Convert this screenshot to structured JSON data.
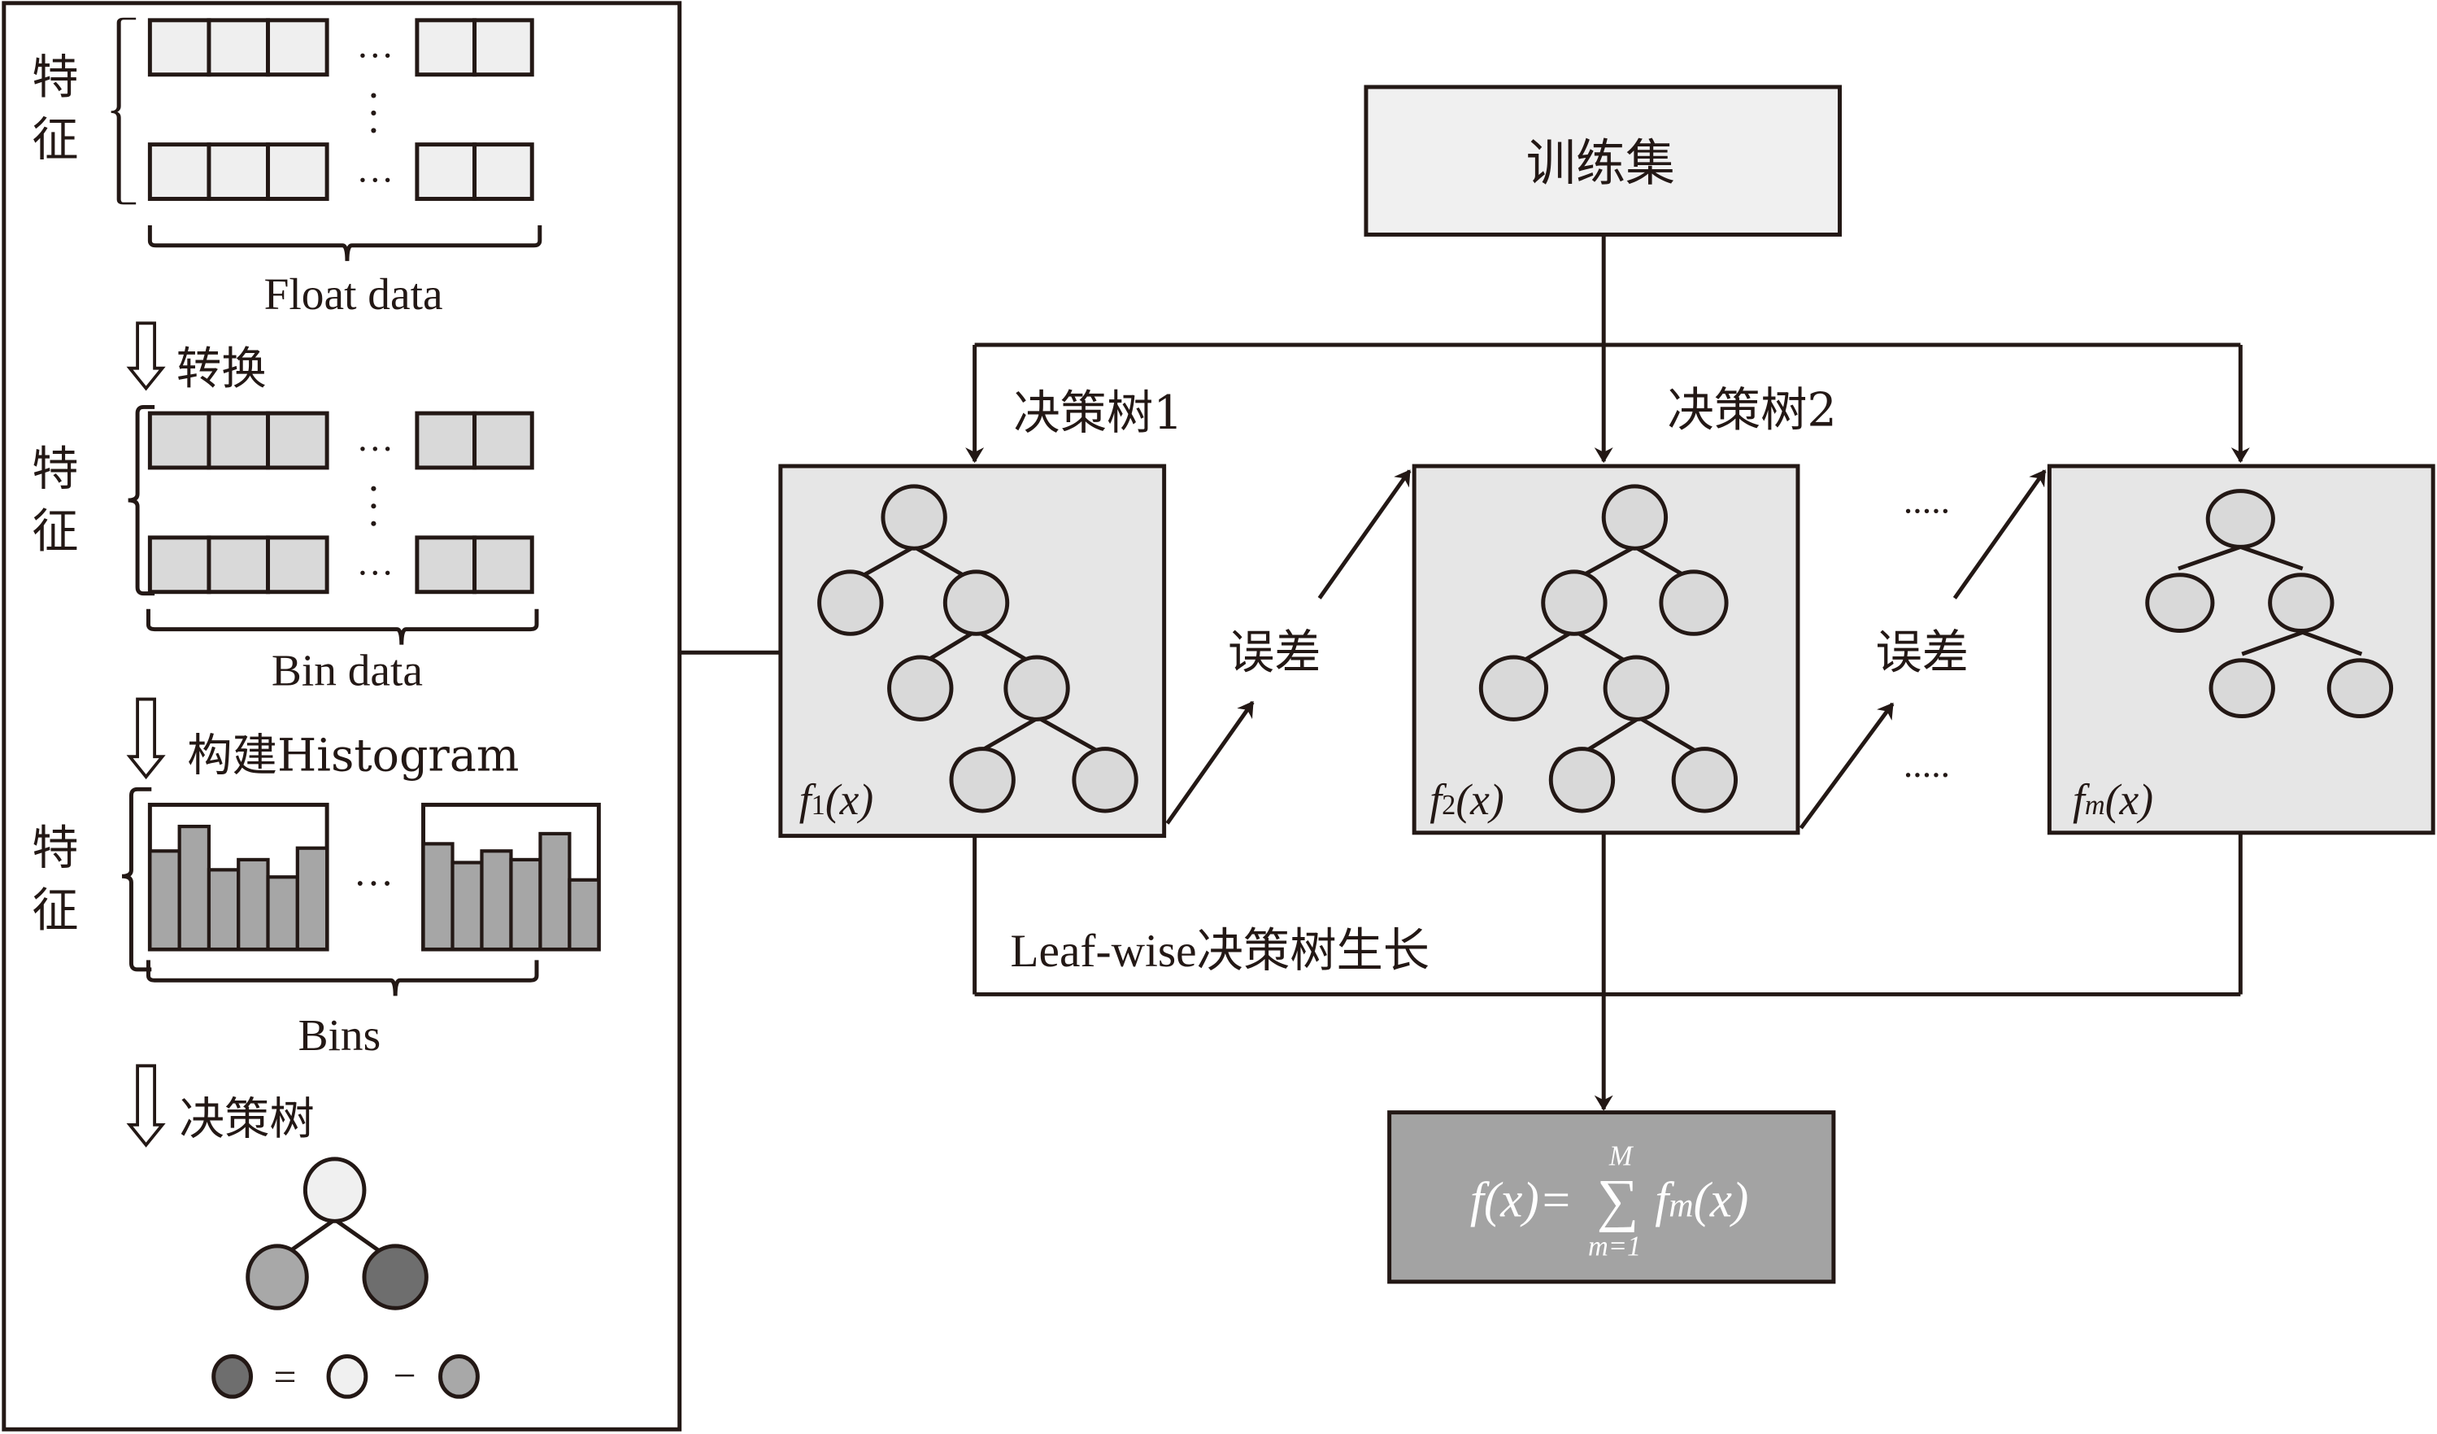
{
  "left_panel": {
    "feature_label": "特征",
    "float_data_label": "Float data",
    "step1_label": "转换",
    "bin_data_label": "Bin data",
    "step2_label": "构建Histogram",
    "bins_label": "Bins",
    "step3_label": "决策树",
    "ellipsis": "…",
    "equation_equals": "=",
    "equation_minus": "−",
    "histogram_left_relative_heights": [
      0.68,
      0.85,
      0.55,
      0.62,
      0.5,
      0.7
    ],
    "histogram_right_relative_heights": [
      0.73,
      0.6,
      0.68,
      0.62,
      0.8,
      0.48
    ]
  },
  "right_panel": {
    "training_set": "训练集",
    "tree1_label": "决策树1",
    "tree2_label": "决策树2",
    "error_label": "误差",
    "dots": ".....",
    "tree1_func": {
      "f": "f",
      "sub": "1",
      "arg": "(x)"
    },
    "tree2_func": {
      "f": "f",
      "sub": "2",
      "arg": "(x)"
    },
    "treem_func": {
      "f": "f",
      "sub": "m",
      "arg": "(x)"
    },
    "leafwise_label": "Leaf-wise决策树生长",
    "formula": {
      "lhs": "f(x)=",
      "sum": "∑",
      "upper": "M",
      "lower": "m=1",
      "term_f": "f",
      "term_sub": "m",
      "term_arg": "(x)"
    }
  },
  "colors": {
    "stroke": "#231815",
    "float_cell": "#efefef",
    "bin_cell": "#d9d9d9",
    "hist_bar": "#a6a6a6",
    "tree_box": "#e6e6e6",
    "tree_node": "#d9d9d9",
    "train_box": "#f0f0f0",
    "formula_box": "#a3a3a3",
    "node_light": "#f0f0f0",
    "node_mid": "#a8a8a8",
    "node_dark": "#6e6e6e"
  }
}
